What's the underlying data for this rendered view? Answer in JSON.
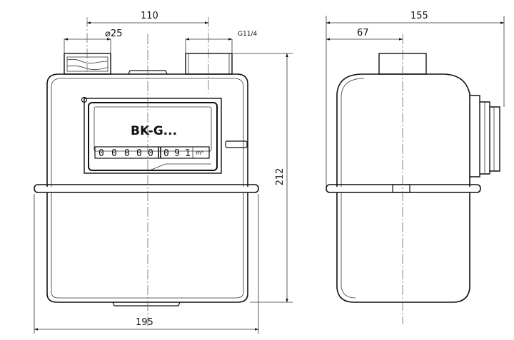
{
  "dimensions": {
    "top_spacing": "110",
    "pipe_diameter": "⌀25",
    "thread": "G11/4",
    "height": "212",
    "width": "195",
    "depth": "155",
    "side_offset": "67"
  },
  "meter": {
    "model_label": "BK-G...",
    "digits": [
      "0",
      "0",
      "0",
      "0",
      "0",
      "0",
      "9",
      "1"
    ],
    "unit": "m³"
  },
  "colors": {
    "line": "#111111",
    "background": "#ffffff"
  }
}
